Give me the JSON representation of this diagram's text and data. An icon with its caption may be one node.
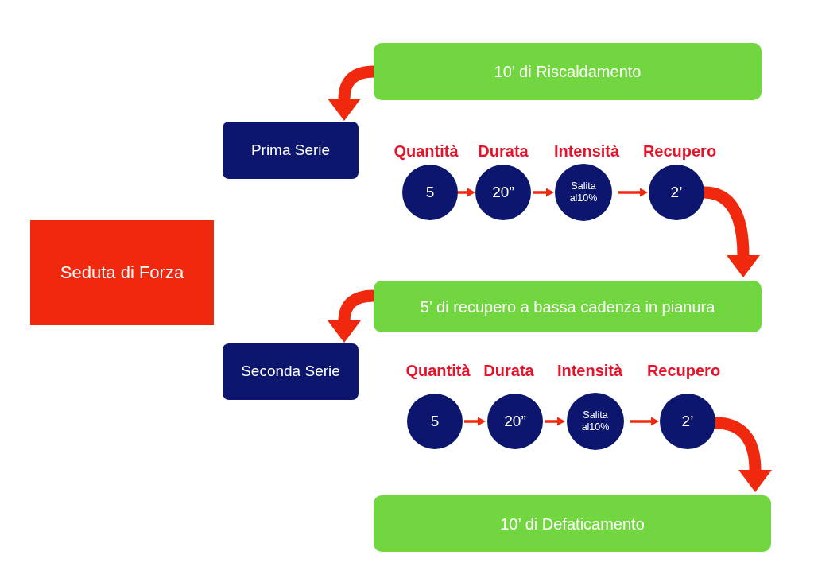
{
  "diagram": {
    "nodes": [
      {
        "text": [
          "Seduta di Forza"
        ]
      },
      {
        "text": [
          "10’ di Riscaldamento"
        ]
      },
      {
        "text": [
          "Prima Serie"
        ]
      },
      {
        "text": [
          "5"
        ],
        "beside": [
          "Quantità"
        ]
      },
      {
        "text": [
          "20”"
        ],
        "beside": [
          "Durata"
        ]
      },
      {
        "text": [
          "Salita al10%"
        ],
        "beside": [
          "Intensità"
        ]
      },
      {
        "text": [
          "2’"
        ],
        "beside": [
          "Recupero"
        ]
      },
      {
        "text": [
          "5’ di recupero a bassa cadenza in pianura"
        ]
      },
      {
        "text": [
          "Seconda Serie"
        ]
      },
      {
        "text": [
          "5"
        ],
        "beside": [
          "Quantità"
        ]
      },
      {
        "text": [
          "20”"
        ],
        "beside": [
          "Durata"
        ]
      },
      {
        "text": [
          "Salita al10%"
        ],
        "beside": [
          "Intensità"
        ]
      },
      {
        "text": [
          "2’"
        ],
        "beside": [
          "Recupero"
        ]
      },
      {
        "text": [
          "10’ di Defaticamento"
        ]
      }
    ],
    "edges": [
      {
        "from": 1,
        "to": 2,
        "arrow": "to",
        "style": "thick"
      },
      {
        "from": 3,
        "to": 4,
        "arrow": "to"
      },
      {
        "from": 4,
        "to": 5,
        "arrow": "to"
      },
      {
        "from": 5,
        "to": 6,
        "arrow": "to"
      },
      {
        "from": 6,
        "to": 7,
        "arrow": "to",
        "style": "thick"
      },
      {
        "from": 7,
        "to": 8,
        "arrow": "to",
        "style": "thick"
      },
      {
        "from": 9,
        "to": 10,
        "arrow": "to"
      },
      {
        "from": 10,
        "to": 11,
        "arrow": "to"
      },
      {
        "from": 11,
        "to": 12,
        "arrow": "to"
      },
      {
        "from": 12,
        "to": 13,
        "arrow": "to",
        "style": "thick"
      }
    ]
  }
}
